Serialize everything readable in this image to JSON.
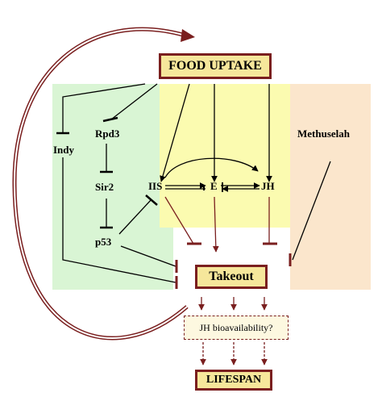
{
  "nodes": {
    "food_uptake": "FOOD UPTAKE",
    "rpd3": "Rpd3",
    "indy": "Indy",
    "sir2": "Sir2",
    "iis": "IIS",
    "e": "E",
    "jh": "JH",
    "p53": "p53",
    "methuselah": "Methuselah",
    "takeout": "Takeout",
    "jh_bioavailability": "JH bioavailability?",
    "lifespan": "LIFESPAN"
  },
  "colors": {
    "arrow": "#7a1f1f",
    "line": "#000000",
    "green_region": "#d9f5d4",
    "yellow_region": "#fbfbb0",
    "peach_region": "#fbe6cc",
    "box_fill": "#f6e79b"
  }
}
